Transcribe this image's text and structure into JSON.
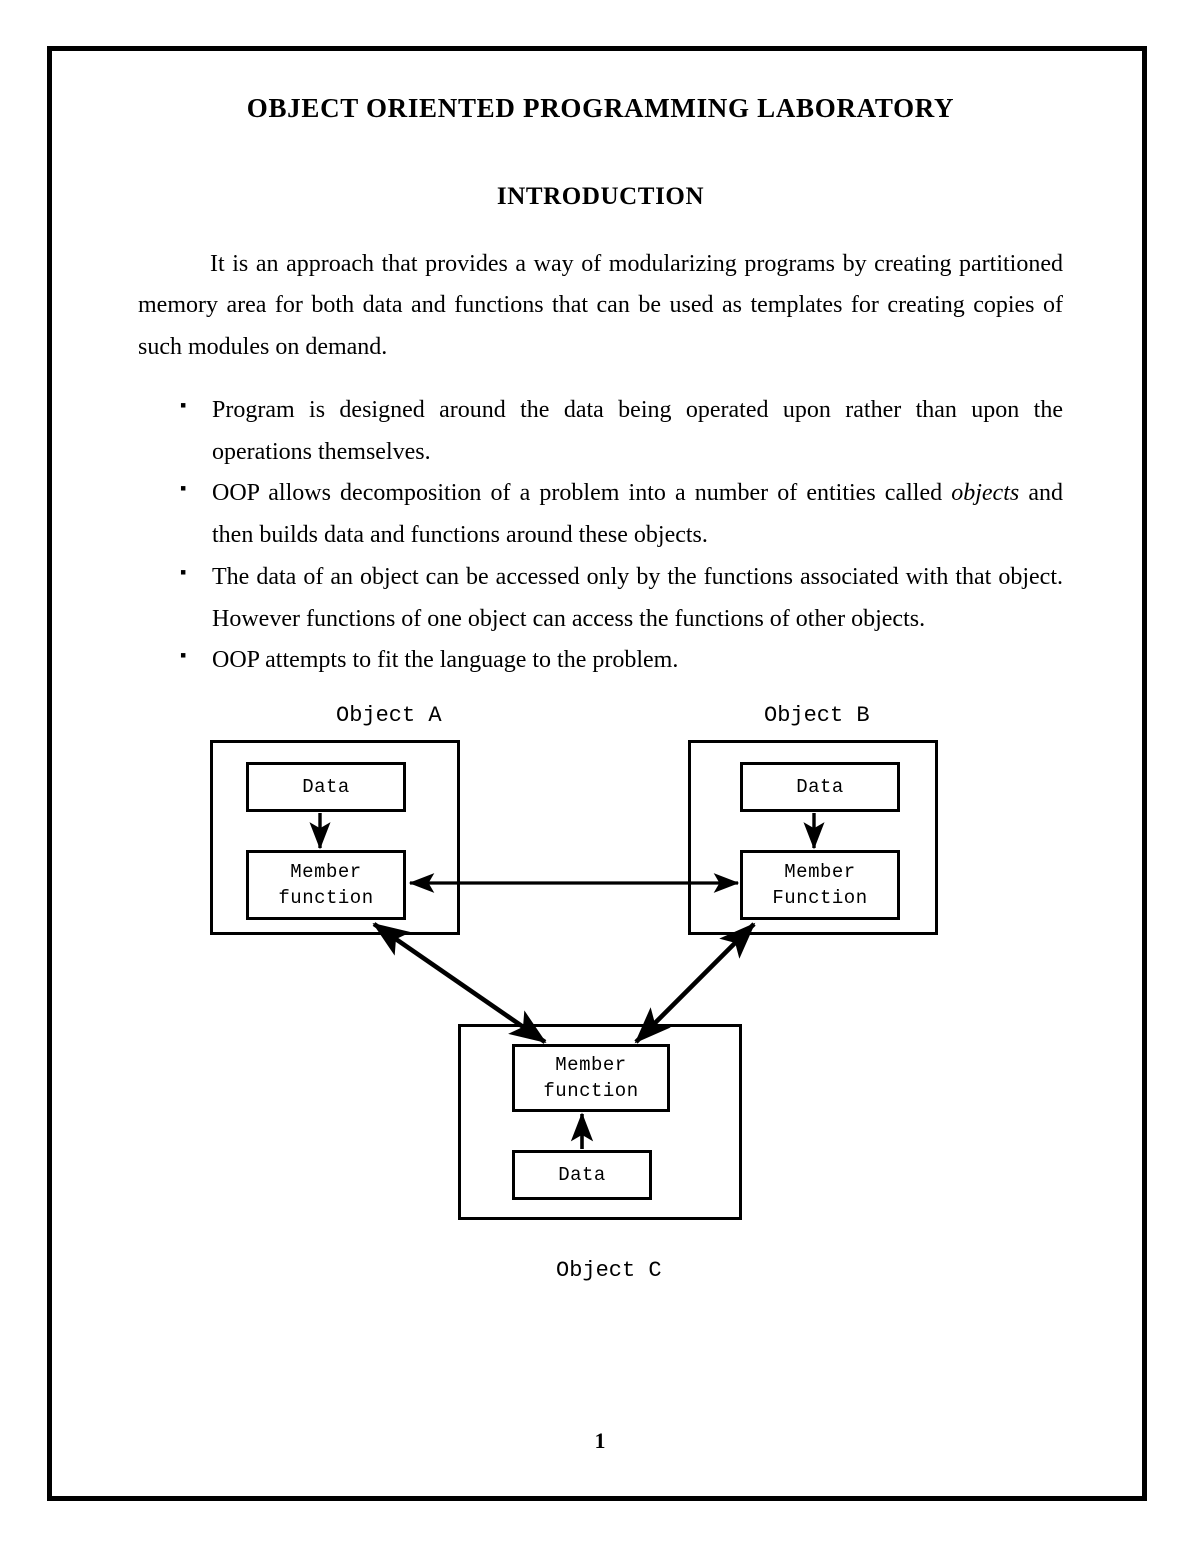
{
  "document": {
    "title": "OBJECT ORIENTED PROGRAMMING LABORATORY",
    "section_heading": "INTRODUCTION",
    "intro_paragraph": "It is an approach that provides a way of modularizing programs by creating partitioned memory area for both data and functions that can be used as templates for creating copies of such modules on demand.",
    "bullets": [
      {
        "marker": "▪",
        "text": "Program is designed around the data being operated upon rather than upon the operations themselves."
      },
      {
        "marker": "▪",
        "text_before_italic": "OOP allows decomposition of a problem into a number of entities called ",
        "italic_word": "objects",
        "text_after_italic": " and then builds data and functions around these objects."
      },
      {
        "marker": "▪",
        "text": "The data of an object can be accessed only by the functions associated with that object. However functions of one object can access the functions of other objects."
      },
      {
        "marker": "▪",
        "text": "OOP attempts to fit the language to the problem."
      }
    ],
    "page_number": "1"
  },
  "diagram": {
    "object_a": {
      "caption": "Object A",
      "data_box": "Data",
      "function_box_line1": "Member",
      "function_box_line2": "function"
    },
    "object_b": {
      "caption": "Object B",
      "data_box": "Data",
      "function_box_line1": "Member",
      "function_box_line2": "Function"
    },
    "object_c": {
      "caption": "Object C",
      "data_box": "Data",
      "function_box_line1": "Member",
      "function_box_line2": "function"
    }
  },
  "colors": {
    "ink": "#000000",
    "paper": "#ffffff"
  }
}
